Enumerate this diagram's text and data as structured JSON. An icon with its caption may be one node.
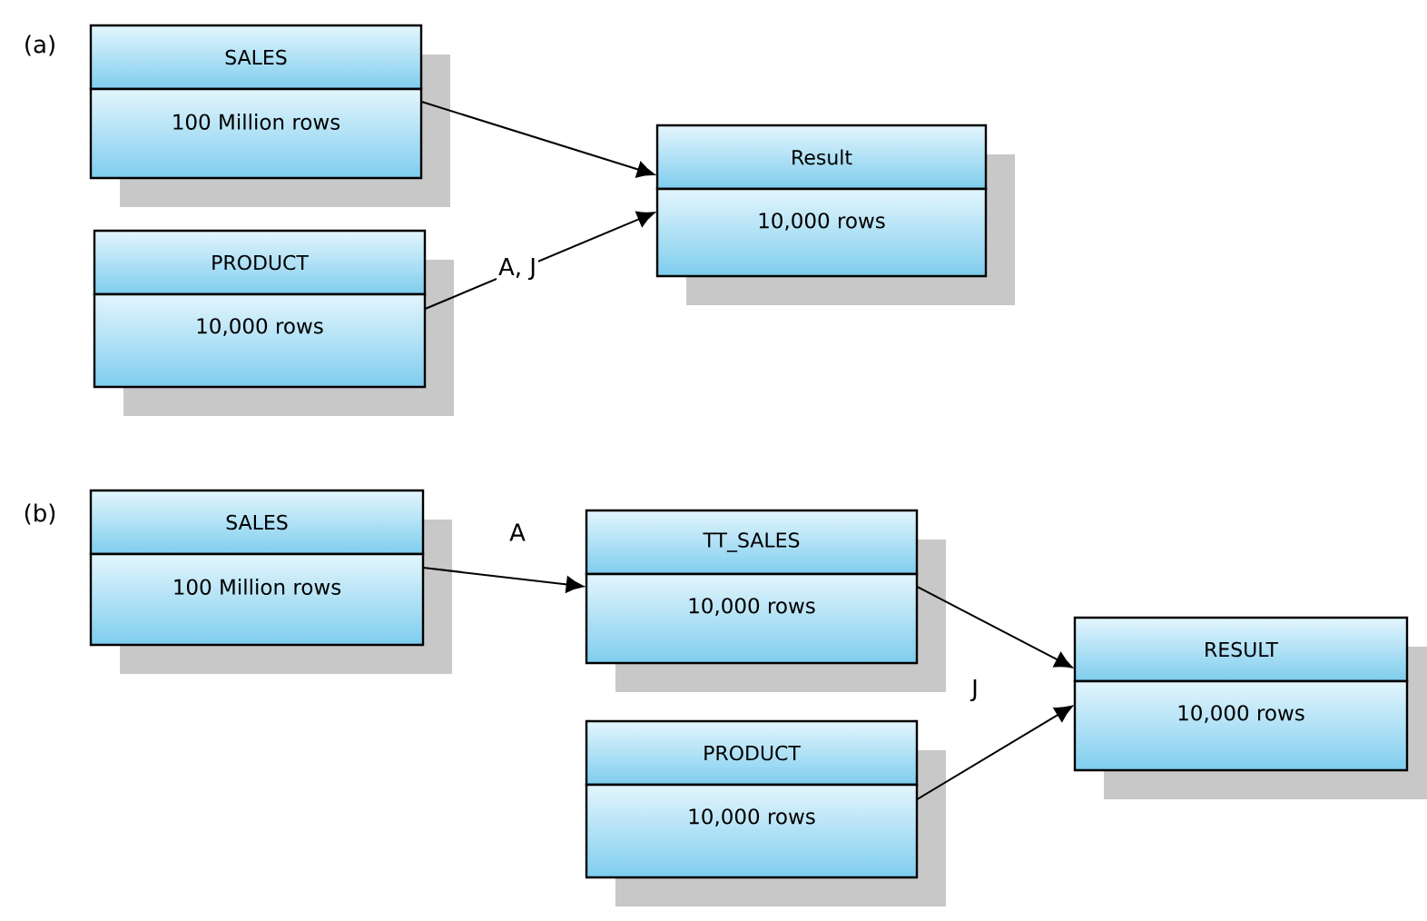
{
  "diagram": {
    "nodes": [
      {
        "text": [
          "SALES",
          "100 Million rows"
        ]
      },
      {
        "text": [
          "PRODUCT",
          "10,000 rows"
        ]
      },
      {
        "text": [
          "Result",
          "10,000 rows"
        ]
      },
      {
        "text": [
          "SALES",
          "100 Million rows"
        ]
      },
      {
        "text": [
          "TT_SALES",
          "10,000 rows"
        ]
      },
      {
        "text": [
          "PRODUCT",
          "10,000 rows"
        ]
      },
      {
        "text": [
          "RESULT",
          "10,000 rows"
        ]
      }
    ],
    "edges": [
      {
        "from": 0,
        "to": 2,
        "arrow": "to"
      },
      {
        "from": 1,
        "to": 2,
        "arrow": "to",
        "label": "A, J"
      },
      {
        "from": 3,
        "to": 4,
        "arrow": "to",
        "label": "A"
      },
      {
        "from": 4,
        "to": 6,
        "arrow": "to",
        "label": "J"
      },
      {
        "from": 5,
        "to": 6,
        "arrow": "to"
      }
    ],
    "labels": [
      "(a)",
      "(b)"
    ]
  }
}
